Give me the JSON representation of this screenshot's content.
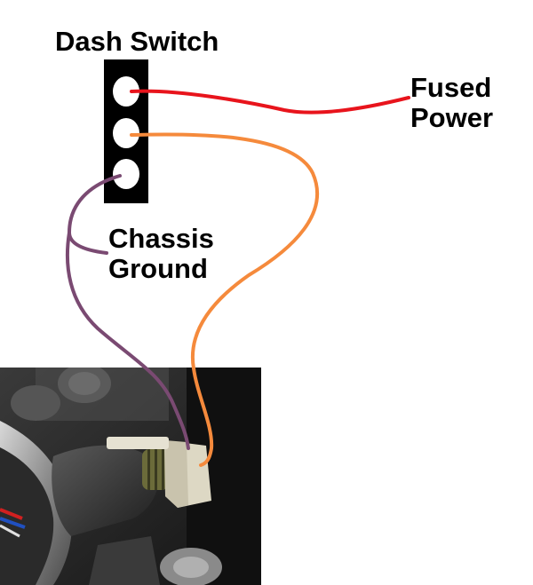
{
  "labels": {
    "dash_switch": "Dash Switch",
    "fused_power_line1": "Fused",
    "fused_power_line2": "Power",
    "chassis_ground_line1": "Chassis",
    "chassis_ground_line2": "Ground"
  },
  "wires": {
    "power_color": "#e8141c",
    "signal_color": "#f58a3c",
    "ground_color": "#7a4a72"
  },
  "icons": {
    "switch": "dash-switch-icon",
    "photo": "sensor-connector-photo"
  }
}
